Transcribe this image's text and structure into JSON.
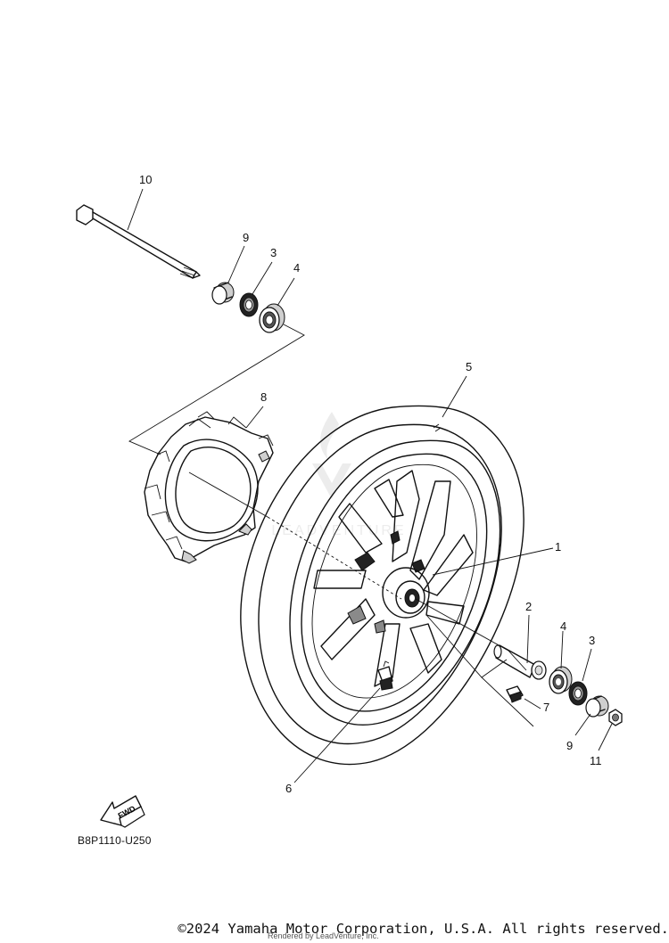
{
  "callouts": {
    "c1": "1",
    "c2": "2",
    "c3a": "3",
    "c3b": "3",
    "c4a": "4",
    "c4b": "4",
    "c5": "5",
    "c6": "6",
    "c7": "7",
    "c8": "8",
    "c9a": "9",
    "c9b": "9",
    "c10": "10",
    "c11": "11"
  },
  "fwd_label": "FWD",
  "diagram_code": "B8P1110-U250",
  "copyright": "©2024 Yamaha Motor Corporation, U.S.A. All rights reserved.",
  "credit": "Rendered by LeadVenture, Inc.",
  "watermark_text": "LEADVENTURE"
}
